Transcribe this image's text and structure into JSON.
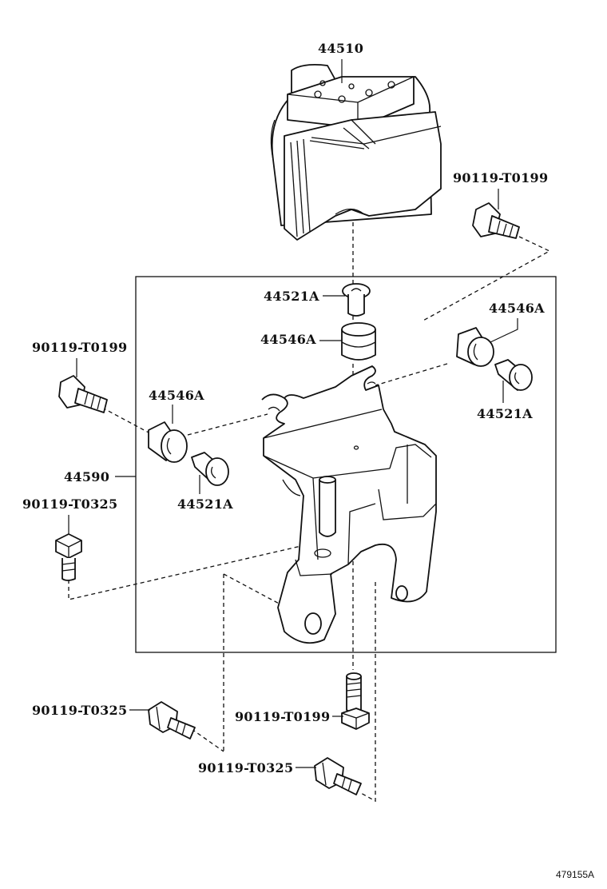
{
  "diagram": {
    "reference_code": "479155A",
    "labels": {
      "actuator": "44510",
      "bolt_top_right": "90119-T0199",
      "bolt_left": "90119-T0199",
      "collar_top": "44521A",
      "cushion_top": "44546A",
      "cushion_right": "44546A",
      "collar_right": "44521A",
      "cushion_left": "44546A",
      "collar_left": "44521A",
      "bracket": "44590",
      "bolt_left_lower": "90119-T0325",
      "bolt_bottom_left": "90119-T0325",
      "bolt_bottom_center": "90119-T0199",
      "bolt_bottom_right": "90119-T0325"
    }
  }
}
